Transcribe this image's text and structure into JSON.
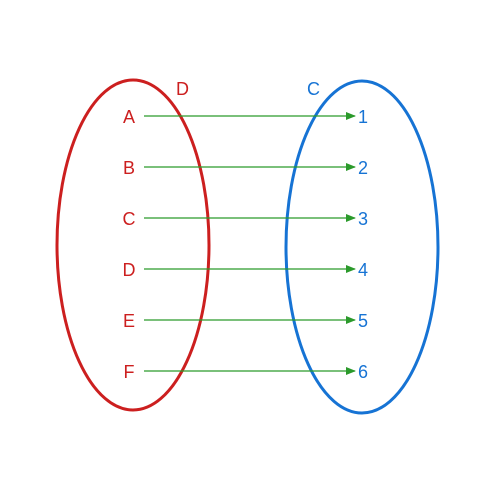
{
  "colors": {
    "domain": "#cc1f1f",
    "codomain": "#1673d4",
    "arrow": "#2b9a2b"
  },
  "domain_set": {
    "name": "D",
    "elements": [
      "A",
      "B",
      "C",
      "D",
      "E",
      "F"
    ]
  },
  "codomain_set": {
    "name": "C",
    "elements": [
      "1",
      "2",
      "3",
      "4",
      "5",
      "6"
    ]
  },
  "mappings": [
    {
      "from": "A",
      "to": "1"
    },
    {
      "from": "B",
      "to": "2"
    },
    {
      "from": "C",
      "to": "3"
    },
    {
      "from": "D",
      "to": "4"
    },
    {
      "from": "E",
      "to": "5"
    },
    {
      "from": "F",
      "to": "6"
    }
  ]
}
